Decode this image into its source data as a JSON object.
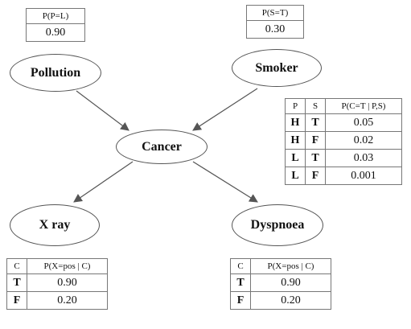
{
  "nodes": {
    "pollution": "Pollution",
    "smoker": "Smoker",
    "cancer": "Cancer",
    "xray": "X ray",
    "dyspnoea": "Dyspnoea"
  },
  "cpt_pollution": {
    "header": "P(P=L)",
    "value": "0.90"
  },
  "cpt_smoker": {
    "header": "P(S=T)",
    "value": "0.30"
  },
  "cpt_cancer": {
    "headers": [
      "P",
      "S",
      "P(C=T | P,S)"
    ],
    "rows": [
      [
        "H",
        "T",
        "0.05"
      ],
      [
        "H",
        "F",
        "0.02"
      ],
      [
        "L",
        "T",
        "0.03"
      ],
      [
        "L",
        "F",
        "0.001"
      ]
    ]
  },
  "cpt_xray": {
    "headers": [
      "C",
      "P(X=pos | C)"
    ],
    "rows": [
      [
        "T",
        "0.90"
      ],
      [
        "F",
        "0.20"
      ]
    ]
  },
  "cpt_dyspnoea": {
    "headers": [
      "C",
      "P(X=pos | C)"
    ],
    "rows": [
      [
        "T",
        "0.90"
      ],
      [
        "F",
        "0.20"
      ]
    ]
  },
  "colors": {
    "edge": "#555555",
    "node_border": "#555555",
    "table_border": "#777777"
  }
}
